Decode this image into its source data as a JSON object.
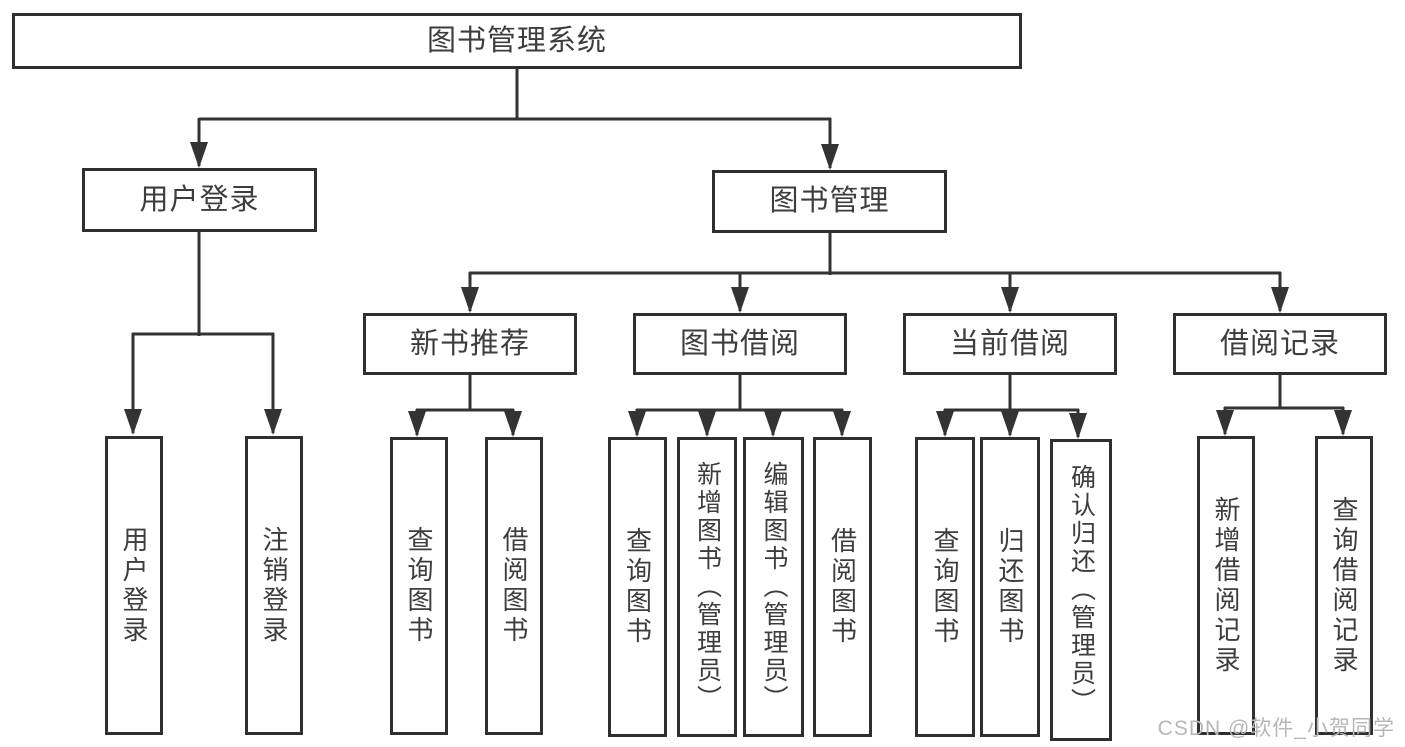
{
  "diagram": {
    "root": {
      "label": "图书管理系统"
    },
    "level2": [
      {
        "label": "用户登录"
      },
      {
        "label": "图书管理"
      }
    ],
    "level3": [
      {
        "label": "新书推荐"
      },
      {
        "label": "图书借阅"
      },
      {
        "label": "当前借阅"
      },
      {
        "label": "借阅记录"
      }
    ],
    "leaves": {
      "login": [
        {
          "label": "用户登录"
        },
        {
          "label": "注销登录"
        }
      ],
      "recommend": [
        {
          "label": "查询图书"
        },
        {
          "label": "借阅图书"
        }
      ],
      "borrow": [
        {
          "label": "查询图书"
        },
        {
          "label": "新增图书（管理员）"
        },
        {
          "label": "编辑图书（管理员）"
        },
        {
          "label": "借阅图书"
        }
      ],
      "current": [
        {
          "label": "查询图书"
        },
        {
          "label": "归还图书"
        },
        {
          "label": "确认归还（管理员）"
        }
      ],
      "records": [
        {
          "label": "新增借阅记录"
        },
        {
          "label": "查询借阅记录"
        }
      ]
    }
  },
  "watermark": {
    "text": "CSDN @软件_小贺同学"
  },
  "colors": {
    "line": "#333333",
    "box_border": "#2f2f2f",
    "text": "#3d3d3d",
    "watermark": "#b7b7b7",
    "background": "#ffffff"
  }
}
